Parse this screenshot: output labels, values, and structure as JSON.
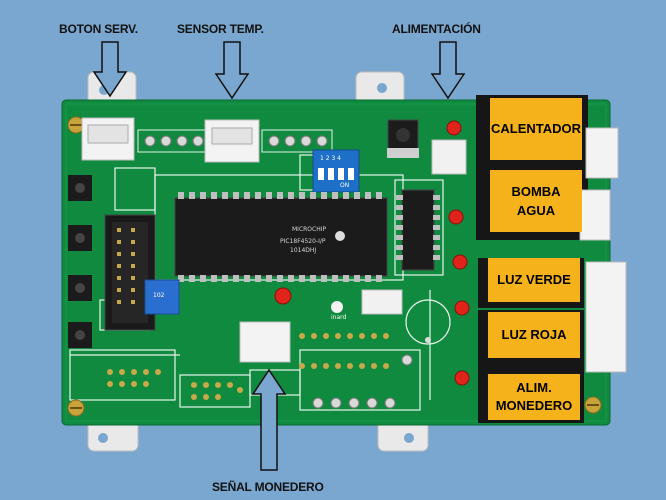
{
  "labels": {
    "boton_serv": "BOTON SERV.",
    "sensor_temp": "SENSOR TEMP.",
    "alimentacion": "ALIMENTACIÓN",
    "senal_monedero": "SEÑAL MONEDERO"
  },
  "boxes": {
    "calentador": "CALENTADOR",
    "bomba_agua": "BOMBA\nAGUA",
    "luz_verde": "LUZ VERDE",
    "luz_roja": "LUZ ROJA",
    "alim_monedero": "ALIM.\nMONEDERO"
  },
  "chip": {
    "brand": "MICROCHIP",
    "part": "PIC18F4520-I/P",
    "code": "1014DHJ"
  },
  "dip_switch": {
    "numbers": "1 2 3 4",
    "on_label": "ON"
  },
  "pot": {
    "code": "102"
  },
  "logo": {
    "text": "inard"
  },
  "colors": {
    "background": "#7aa7cf",
    "pcb": "#0f8a3f",
    "label_box": "#f5b21b"
  }
}
